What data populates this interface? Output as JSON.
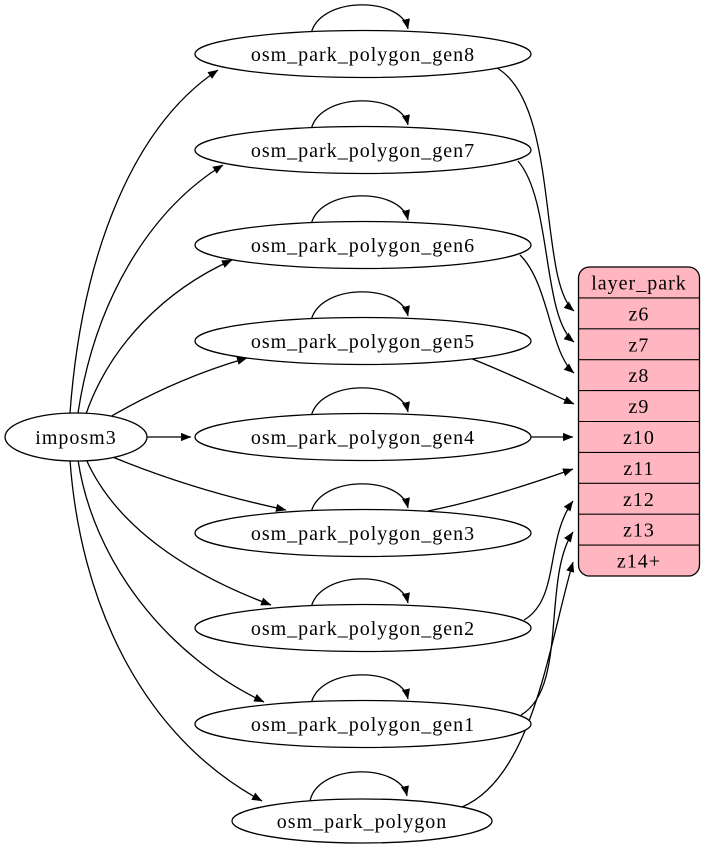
{
  "diagram": {
    "generator": {
      "label": "imposm3"
    },
    "tables": [
      {
        "label": "osm_park_polygon_gen8",
        "target_zoom": "z6"
      },
      {
        "label": "osm_park_polygon_gen7",
        "target_zoom": "z7"
      },
      {
        "label": "osm_park_polygon_gen6",
        "target_zoom": "z8"
      },
      {
        "label": "osm_park_polygon_gen5",
        "target_zoom": "z9"
      },
      {
        "label": "osm_park_polygon_gen4",
        "target_zoom": "z10"
      },
      {
        "label": "osm_park_polygon_gen3",
        "target_zoom": "z11"
      },
      {
        "label": "osm_park_polygon_gen2",
        "target_zoom": "z12"
      },
      {
        "label": "osm_park_polygon_gen1",
        "target_zoom": "z13"
      },
      {
        "label": "osm_park_polygon",
        "target_zoom": "z14+"
      }
    ],
    "layer": {
      "header": "layer_park",
      "rows": [
        "z6",
        "z7",
        "z8",
        "z9",
        "z10",
        "z11",
        "z12",
        "z13",
        "z14+"
      ],
      "fill_color": "#ffb6c1"
    },
    "colors": {
      "node_fill": "#ffffff",
      "edge_stroke": "#000000",
      "layer_fill": "#ffb6c1"
    }
  }
}
